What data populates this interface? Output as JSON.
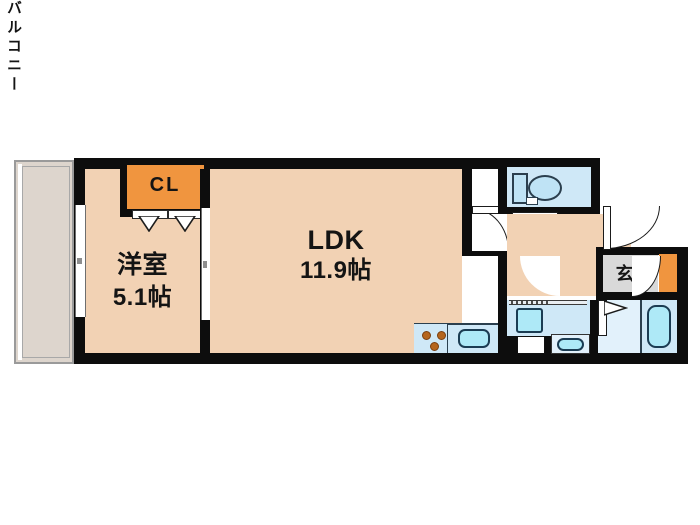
{
  "plan": {
    "title": "apartment-floor-plan",
    "background": "#ffffff",
    "colors": {
      "room_fill": "#f2d2b4",
      "closet_fill": "#f0953f",
      "water_fill": "#cfe8f7",
      "water_light_fill": "#e2f1fb",
      "genkan_fill": "#d9d9d9",
      "balcony_fill": "#ddd5cd",
      "wall": "#0d0d0d",
      "fixture_outline": "#1b3c53",
      "burner": "#b5651d",
      "text": "#141414"
    }
  },
  "rooms": [
    {
      "id": "balcony",
      "name": "balcony",
      "label": "バルコニー",
      "orientation": "vertical"
    },
    {
      "id": "washitsu",
      "name": "western-room",
      "label": "洋室",
      "area": "5.1帖"
    },
    {
      "id": "closet",
      "name": "closet",
      "label": "CL"
    },
    {
      "id": "ldk",
      "name": "living-dining-kitchen",
      "label": "LDK",
      "area": "11.9帖"
    },
    {
      "id": "genkan",
      "name": "entrance",
      "label": "玄"
    },
    {
      "id": "toilet",
      "name": "toilet-room",
      "label": ""
    },
    {
      "id": "bath",
      "name": "bathroom",
      "label": ""
    },
    {
      "id": "washroom",
      "name": "washroom",
      "label": ""
    },
    {
      "id": "kitchen",
      "name": "kitchen-counter",
      "label": ""
    },
    {
      "id": "hallway",
      "name": "hallway",
      "label": ""
    }
  ],
  "labels": {
    "balcony": "バルコニー",
    "room_name": "洋室",
    "room_area": "5.1帖",
    "closet": "CL",
    "ldk_name": "LDK",
    "ldk_area": "11.9帖",
    "entrance": "玄"
  },
  "fixtures": [
    {
      "name": "toilet-bowl",
      "room": "toilet"
    },
    {
      "name": "toilet-tank",
      "room": "toilet"
    },
    {
      "name": "gas-stove",
      "room": "kitchen",
      "burners": 3
    },
    {
      "name": "kitchen-sink",
      "room": "kitchen"
    },
    {
      "name": "washing-machine-space",
      "room": "washroom"
    },
    {
      "name": "vanity-basin",
      "room": "washroom"
    },
    {
      "name": "bathtub",
      "room": "bath"
    },
    {
      "name": "shoe-cabinet",
      "room": "genkan"
    }
  ],
  "openings": [
    {
      "name": "balcony-sliding-door",
      "type": "sliding",
      "room": "washitsu"
    },
    {
      "name": "bedroom-sliding-door",
      "type": "sliding",
      "between": [
        "washitsu",
        "ldk"
      ]
    },
    {
      "name": "closet-sliding-doors",
      "type": "sliding",
      "room": "closet",
      "panels": 2
    },
    {
      "name": "hallway-door",
      "type": "swing",
      "between": [
        "ldk",
        "hallway"
      ]
    },
    {
      "name": "toilet-door",
      "type": "swing",
      "room": "toilet"
    },
    {
      "name": "entrance-door",
      "type": "swing",
      "room": "genkan"
    },
    {
      "name": "bathroom-folding-door",
      "type": "folding",
      "room": "bath"
    },
    {
      "name": "washroom-door",
      "type": "swing",
      "room": "washroom"
    }
  ]
}
